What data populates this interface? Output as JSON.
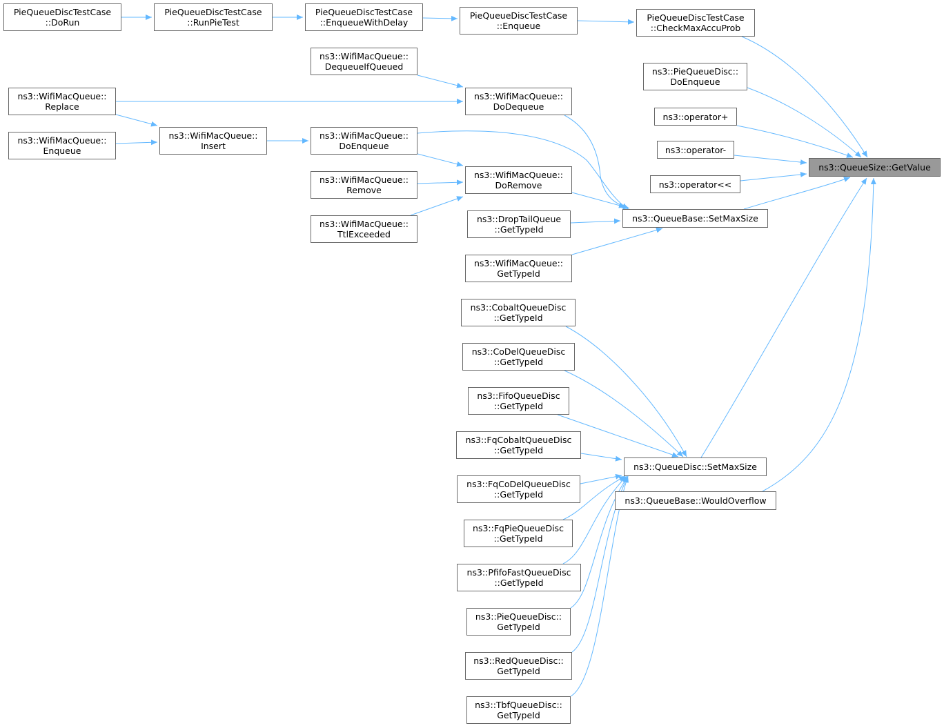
{
  "graph": {
    "title": "",
    "colors": {
      "edge": "#63b8ff",
      "node_border": "#666666",
      "node_fill": "#ffffff",
      "current_fill": "#999999"
    },
    "nodes": {
      "pie_dorun": {
        "lines": [
          "PieQueueDiscTestCase",
          "::DoRun"
        ]
      },
      "pie_runpie": {
        "lines": [
          "PieQueueDiscTestCase",
          "::RunPieTest"
        ]
      },
      "pie_enqdelay": {
        "lines": [
          "PieQueueDiscTestCase",
          "::EnqueueWithDelay"
        ]
      },
      "pie_enqueue": {
        "lines": [
          "PieQueueDiscTestCase",
          "::Enqueue"
        ]
      },
      "pie_checkmax": {
        "lines": [
          "PieQueueDiscTestCase",
          "::CheckMaxAccuProb"
        ]
      },
      "piedisc_doenq": {
        "lines": [
          "ns3::PieQueueDisc::",
          "DoEnqueue"
        ]
      },
      "op_plus": {
        "lines": [
          "ns3::operator+"
        ]
      },
      "op_minus": {
        "lines": [
          "ns3::operator-"
        ]
      },
      "op_shift": {
        "lines": [
          "ns3::operator<<"
        ]
      },
      "getvalue": {
        "lines": [
          "ns3::QueueSize::GetValue"
        ]
      },
      "wmq_dequeueif": {
        "lines": [
          "ns3::WifiMacQueue::",
          "DequeueIfQueued"
        ]
      },
      "wmq_replace": {
        "lines": [
          "ns3::WifiMacQueue::",
          "Replace"
        ]
      },
      "wmq_dodequeue": {
        "lines": [
          "ns3::WifiMacQueue::",
          "DoDequeue"
        ]
      },
      "wmq_enqueue": {
        "lines": [
          "ns3::WifiMacQueue::",
          "Enqueue"
        ]
      },
      "wmq_insert": {
        "lines": [
          "ns3::WifiMacQueue::",
          "Insert"
        ]
      },
      "wmq_doenqueue": {
        "lines": [
          "ns3::WifiMacQueue::",
          "DoEnqueue"
        ]
      },
      "wmq_remove": {
        "lines": [
          "ns3::WifiMacQueue::",
          "Remove"
        ]
      },
      "wmq_doremove": {
        "lines": [
          "ns3::WifiMacQueue::",
          "DoRemove"
        ]
      },
      "wmq_ttl": {
        "lines": [
          "ns3::WifiMacQueue::",
          "TtlExceeded"
        ]
      },
      "droptail_gettid": {
        "lines": [
          "ns3::DropTailQueue",
          "::GetTypeId"
        ]
      },
      "qb_setmax": {
        "lines": [
          "ns3::QueueBase::SetMaxSize"
        ]
      },
      "wmq_gettid": {
        "lines": [
          "ns3::WifiMacQueue::",
          "GetTypeId"
        ]
      },
      "cobalt_gettid": {
        "lines": [
          "ns3::CobaltQueueDisc",
          "::GetTypeId"
        ]
      },
      "codel_gettid": {
        "lines": [
          "ns3::CoDelQueueDisc",
          "::GetTypeId"
        ]
      },
      "fifo_gettid": {
        "lines": [
          "ns3::FifoQueueDisc",
          "::GetTypeId"
        ]
      },
      "fqcobalt_gettid": {
        "lines": [
          "ns3::FqCobaltQueueDisc",
          "::GetTypeId"
        ]
      },
      "qd_setmax": {
        "lines": [
          "ns3::QueueDisc::SetMaxSize"
        ]
      },
      "fqcodel_gettid": {
        "lines": [
          "ns3::FqCoDelQueueDisc",
          "::GetTypeId"
        ]
      },
      "qb_wouldoverflow": {
        "lines": [
          "ns3::QueueBase::WouldOverflow"
        ]
      },
      "fqpie_gettid": {
        "lines": [
          "ns3::FqPieQueueDisc",
          "::GetTypeId"
        ]
      },
      "pfifo_gettid": {
        "lines": [
          "ns3::PfifoFastQueueDisc",
          "::GetTypeId"
        ]
      },
      "pie_gettid": {
        "lines": [
          "ns3::PieQueueDisc::",
          "GetTypeId"
        ]
      },
      "red_gettid": {
        "lines": [
          "ns3::RedQueueDisc::",
          "GetTypeId"
        ]
      },
      "tbf_gettid": {
        "lines": [
          "ns3::TbfQueueDisc::",
          "GetTypeId"
        ]
      }
    },
    "edges": [
      [
        "pie_dorun",
        "pie_runpie"
      ],
      [
        "pie_runpie",
        "pie_enqdelay"
      ],
      [
        "pie_enqdelay",
        "pie_enqueue"
      ],
      [
        "pie_enqueue",
        "pie_checkmax"
      ],
      [
        "pie_checkmax",
        "getvalue"
      ],
      [
        "piedisc_doenq",
        "getvalue"
      ],
      [
        "op_plus",
        "getvalue"
      ],
      [
        "op_minus",
        "getvalue"
      ],
      [
        "op_shift",
        "getvalue"
      ],
      [
        "qb_setmax",
        "getvalue"
      ],
      [
        "qd_setmax",
        "getvalue"
      ],
      [
        "qb_wouldoverflow",
        "getvalue"
      ],
      [
        "wmq_dequeueif",
        "wmq_dodequeue"
      ],
      [
        "wmq_replace",
        "wmq_dodequeue"
      ],
      [
        "wmq_replace",
        "wmq_insert"
      ],
      [
        "wmq_enqueue",
        "wmq_insert"
      ],
      [
        "wmq_insert",
        "wmq_doenqueue"
      ],
      [
        "wmq_doenqueue",
        "wmq_doremove"
      ],
      [
        "wmq_remove",
        "wmq_doremove"
      ],
      [
        "wmq_ttl",
        "wmq_doremove"
      ],
      [
        "wmq_dodequeue",
        "qb_setmax"
      ],
      [
        "wmq_doenqueue",
        "qb_setmax"
      ],
      [
        "wmq_doremove",
        "qb_setmax"
      ],
      [
        "droptail_gettid",
        "qb_setmax"
      ],
      [
        "wmq_gettid",
        "qb_setmax"
      ],
      [
        "cobalt_gettid",
        "qd_setmax"
      ],
      [
        "codel_gettid",
        "qd_setmax"
      ],
      [
        "fifo_gettid",
        "qd_setmax"
      ],
      [
        "fqcobalt_gettid",
        "qd_setmax"
      ],
      [
        "fqcodel_gettid",
        "qd_setmax"
      ],
      [
        "fqpie_gettid",
        "qd_setmax"
      ],
      [
        "pfifo_gettid",
        "qd_setmax"
      ],
      [
        "pie_gettid",
        "qd_setmax"
      ],
      [
        "red_gettid",
        "qd_setmax"
      ],
      [
        "tbf_gettid",
        "qd_setmax"
      ]
    ]
  }
}
